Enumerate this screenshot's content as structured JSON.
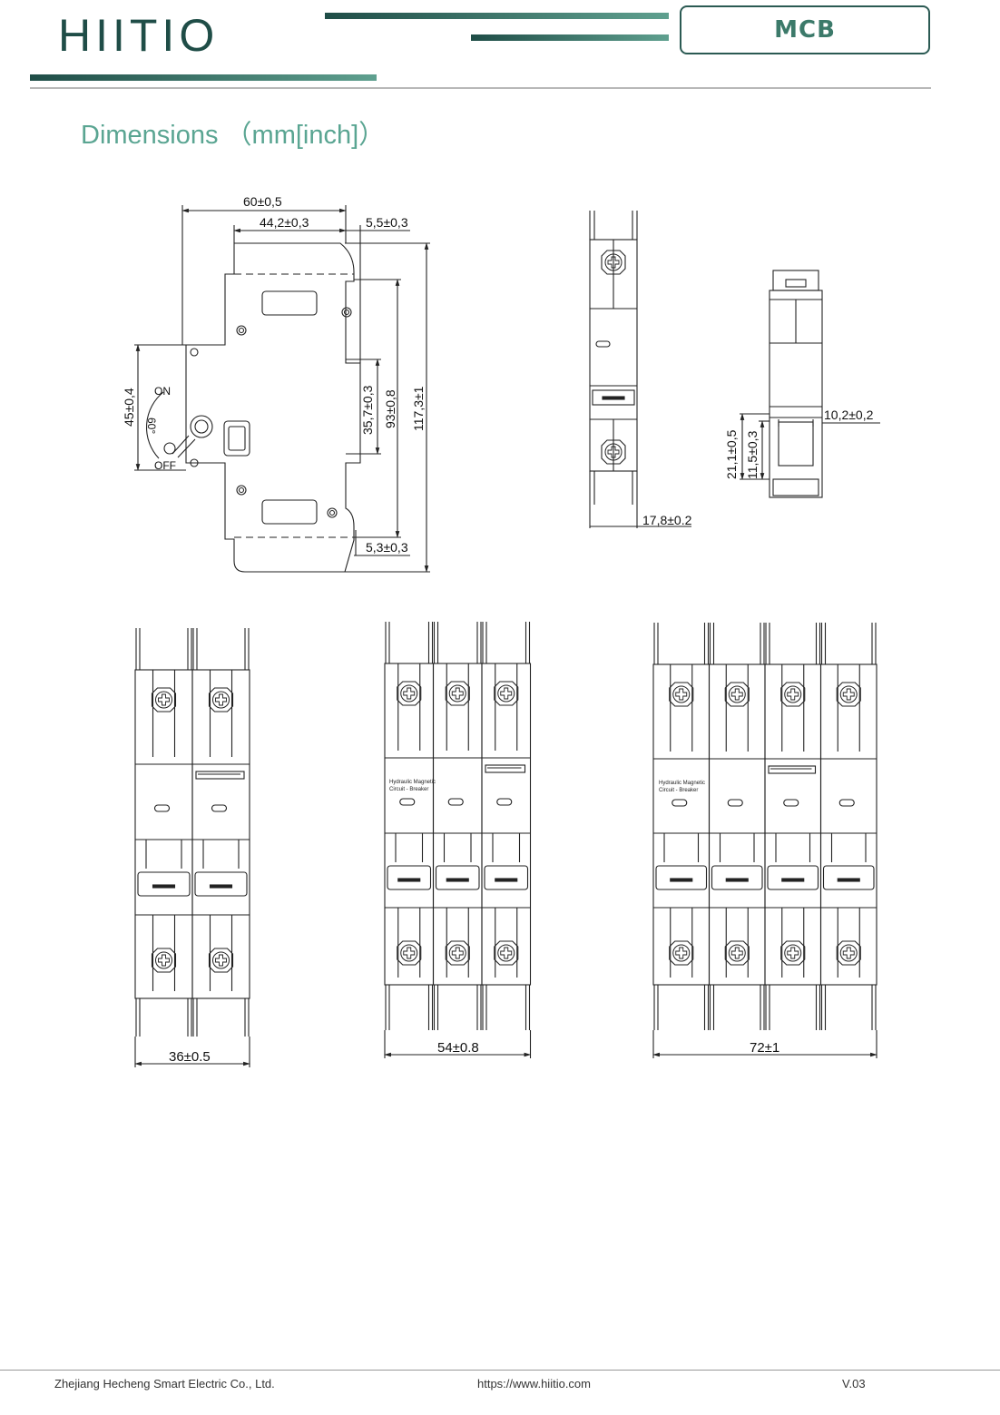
{
  "header": {
    "logo": "HIITIO",
    "badge": "MCB",
    "accent_color": "#1f4d47",
    "accent_light": "#5fa08f"
  },
  "title": "Dimensions （mm[inch]）",
  "front_view": {
    "dim_width_total": "60±0,5",
    "dim_width_body": "44,2±0,3",
    "dim_width_rail": "5,5±0,3",
    "dim_height_total": "117,3±1",
    "dim_height_body": "93±0,8",
    "dim_height_din": "35,7±0,3",
    "dim_handle": "45±0,4",
    "dim_bottom": "5,3±0,3",
    "label_on": "ON",
    "label_off": "OFF",
    "angle": "60°"
  },
  "side_view": {
    "dim_width": "17,8±0.2"
  },
  "bottom_view": {
    "dim_a": "10,2±0,2",
    "dim_b": "21,1±0,5",
    "dim_c": "11,5±0,3"
  },
  "multi_pole": [
    {
      "poles": 2,
      "width": "36±0.5",
      "print": ""
    },
    {
      "poles": 3,
      "width": "54±0.8",
      "print": "Hydraulic Magnetic Circuit - Breaker"
    },
    {
      "poles": 4,
      "width": "72±1",
      "print": "Hydraulic Magnetic Circuit - Breaker"
    }
  ],
  "footer": {
    "company": "Zhejiang Hecheng Smart Electric Co., Ltd.",
    "url": "https://www.hiitio.com",
    "version": "V.03"
  }
}
